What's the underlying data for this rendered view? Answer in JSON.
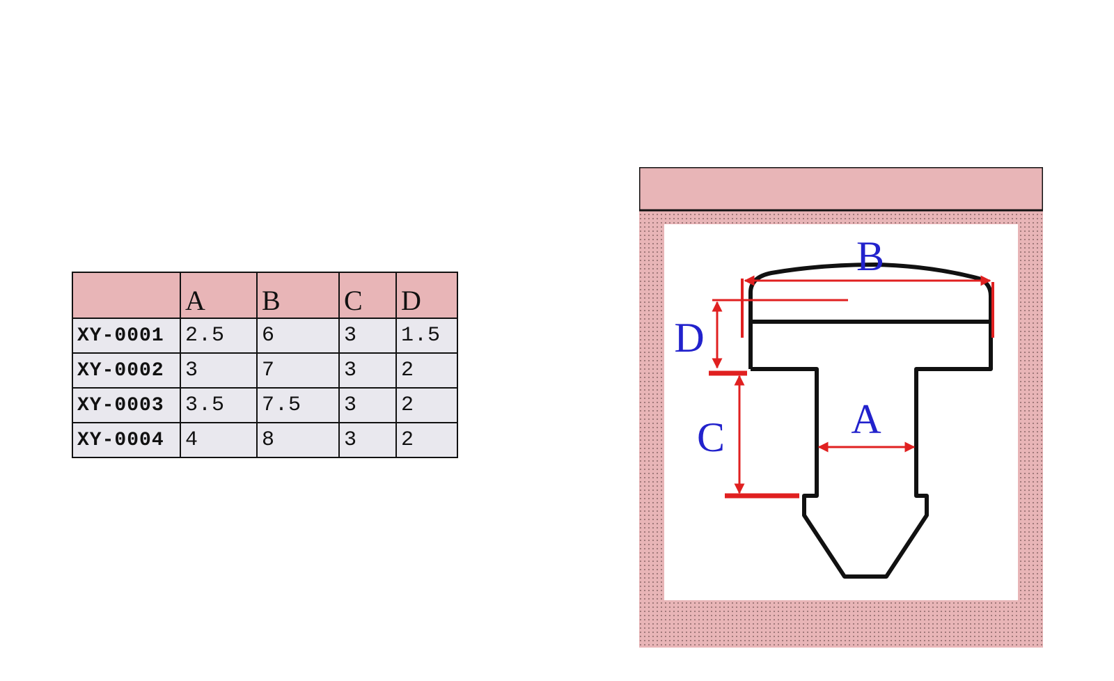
{
  "table": {
    "headers": [
      "",
      "A",
      "B",
      "C",
      "D"
    ],
    "rows": [
      [
        "XY-0001",
        "2.5",
        "6",
        "3",
        "1.5"
      ],
      [
        "XY-0002",
        "3",
        "7",
        "3",
        "2"
      ],
      [
        "XY-0003",
        "3.5",
        "7.5",
        "3",
        "2"
      ],
      [
        "XY-0004",
        "4",
        "8",
        "3",
        "2"
      ]
    ]
  },
  "diagram": {
    "labels": {
      "a": "A",
      "b": "B",
      "c": "C",
      "d": "D"
    },
    "colors": {
      "panel": "#e8b5b7",
      "outline": "#111111",
      "dimension": "#e02020",
      "label": "#2222cc"
    }
  }
}
